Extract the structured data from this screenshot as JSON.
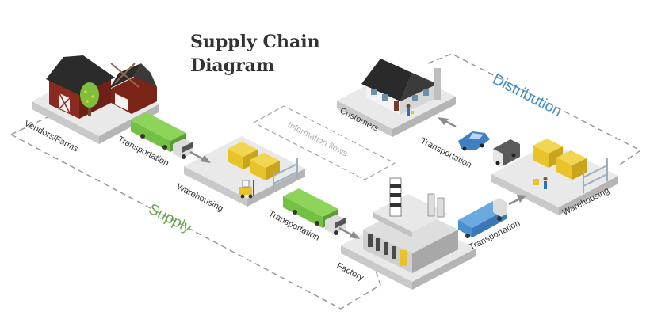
{
  "title": {
    "line1": "Supply Chain",
    "line2": "Diagram"
  },
  "sections": {
    "supply": {
      "label": "Supply",
      "color": "#6aa84f"
    },
    "distribution": {
      "label": "Distribution",
      "color": "#3d8fc8"
    }
  },
  "info_flows": {
    "label": "Information flows"
  },
  "nodes": {
    "vendors": {
      "label": "Vendors/Farms"
    },
    "warehousing_supply": {
      "label": "Warehousing"
    },
    "factory": {
      "label": "Factory"
    },
    "warehousing_distribution": {
      "label": "Warehousing"
    },
    "customers": {
      "label": "Customers"
    }
  },
  "transport_labels": {
    "vendors_to_warehouse": "Transportation",
    "warehouse_to_factory": "Transportation",
    "factory_to_warehouse": "Transportation",
    "warehouse_to_customers": "Transportation"
  },
  "colors": {
    "platform_top": "#e9e9e9",
    "platform_side": "#c9c9c9",
    "green_truck": "#74c043",
    "blue_truck": "#4a8fd0",
    "pallet_yellow": "#e8c32a",
    "arrow": "#8c8c8c",
    "dashed_line": "#9a9a9a"
  }
}
